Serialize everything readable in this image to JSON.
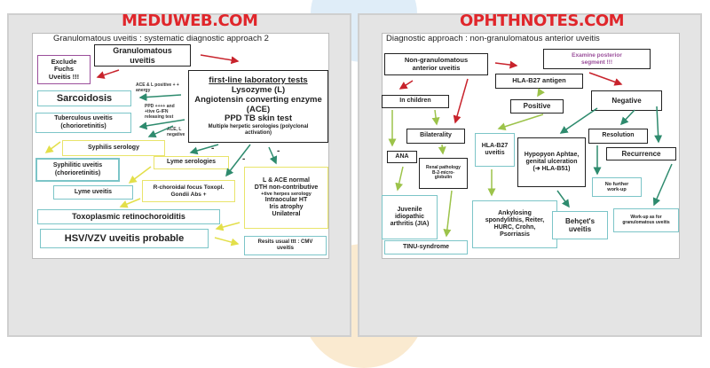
{
  "left": {
    "brand": "MEDUWEB.COM",
    "title": "Granulomatous uveitis : systematic diagnostic approach 2",
    "boxes": {
      "granulomatous": "Granulomatous uveitis",
      "fuchs": "Exclude Fuchs Uveitis !!!",
      "first_line_heading": "first-line laboratory tests",
      "first_line_items": [
        "Lysozyme (L)",
        "Angiotensin converting enzyme (ACE)",
        "PPD TB skin test"
      ],
      "first_line_note": "Multiple herpetic serologies (polyclonal activation)",
      "sarcoidosis": "Sarcoidosis",
      "tuberculous": "Tuberculous uveitis (chorioretinitis)",
      "syphilis_serology": "Syphilis serology",
      "syphilitic": "Syphilitic uveitis (chorioretinitis)",
      "lyme_serologies": "Lyme serologies",
      "lyme_uveitis": "Lyme uveitis",
      "r_choroidal": "R-choroidal focus Toxopl. Gondii Abs +",
      "toxoplasmic": "Toxoplasmic retinochoroiditis",
      "hsv": "HSV/VZV uveitis probable",
      "normal_lines": [
        "L & ACE normal",
        "DTH non-contributive",
        "+tive herpes serology",
        "Intraocular HT",
        "Iris atrophy",
        "Unilateral"
      ],
      "resits": "Resits usual ttt : CMV uveitis"
    },
    "labels": {
      "ace_pos": "ACE & L positive + + anergy",
      "ppd": "PPD ++++ and +tive G-IFN releasing test",
      "ace_neg": "ACE, L negative",
      "minus": "-"
    }
  },
  "right": {
    "brand": "OPHTHNOTES.COM",
    "title": "Diagnostic approach : non-granulomatous anterior uveitis",
    "boxes": {
      "nongran": "Non-granulomatous anterior uveitis",
      "examine": "Examine posterior segment !!!",
      "hla_antigen": "HLA-B27 antigen",
      "children": "In children",
      "negative": "Negative",
      "positive": "Positive",
      "bilaterality": "Bilaterality",
      "resolution": "Resolution",
      "hla_uveitis": "HLA-B27 uveitis",
      "hypopyon": "Hypopyon Aphtae, genital ulceration (➔ HLA-B51)",
      "recurrence": "Recurrence",
      "ana": "ANA",
      "renal": "Renal pathology B-2-micro-globulin",
      "no_further": "No further work-up",
      "jia": "Juvenile idiopathic arthritis (JIA)",
      "ankylosing": "Ankylosing spondylithis, Reiter, HURC, Crohn, Psorriasis",
      "behcet": "Behçet's uveitis",
      "workup": "Work-up as for granulomatous uveitis",
      "tinu": "TINU-syndrome"
    }
  },
  "colors": {
    "brand": "#e0262b",
    "red_arrow": "#c8232c",
    "green_arrow": "#2e8b6e",
    "lime_arrow": "#9cc34a",
    "yellow_arrow": "#e3df4a",
    "teal_border": "#7cc5c8"
  }
}
